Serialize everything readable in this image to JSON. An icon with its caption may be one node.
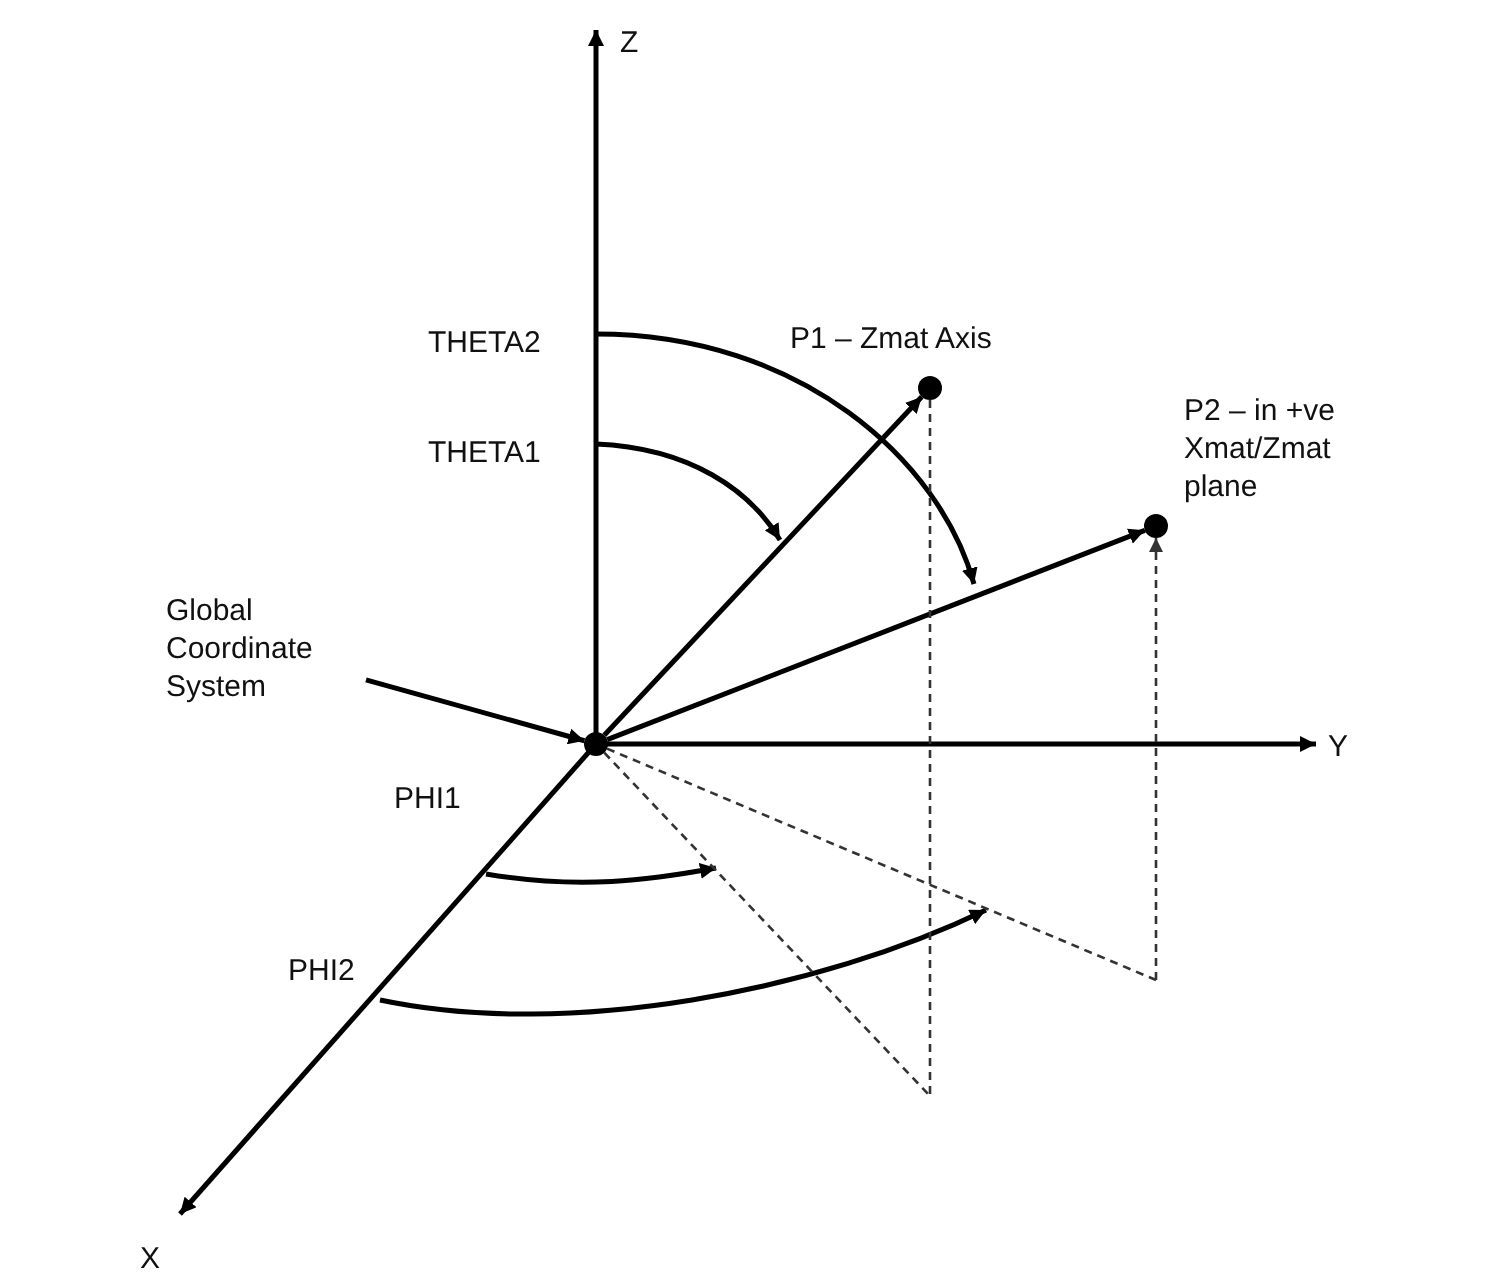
{
  "diagram": {
    "nodes": [
      {
        "text": [
          "Global Coordinate System"
        ]
      },
      {
        "text": [],
        "shape": "circle"
      },
      {
        "text": [],
        "shape": "circle",
        "beside": [
          "P1 – Zmat Axis"
        ]
      },
      {
        "text": [],
        "shape": "circle",
        "beside": [
          "P2 – in +ve Xmat/Zmat plane"
        ]
      }
    ],
    "edges": [
      {
        "from": 0,
        "to": 1,
        "arrow": "to"
      },
      {
        "from": 1,
        "to": 2,
        "arrow": "to"
      },
      {
        "from": 1,
        "to": 3,
        "arrow": "to"
      },
      {
        "from": 2,
        "to": null,
        "arrow": "none",
        "style": "dashed"
      },
      {
        "from": null,
        "to": 3,
        "arrow": "to",
        "style": "dashed"
      },
      {
        "from": 1,
        "to": null,
        "arrow": "none",
        "style": "dashed"
      },
      {
        "from": 1,
        "to": null,
        "arrow": "none",
        "style": "dashed"
      }
    ],
    "labels": [
      "Z",
      "THETA2",
      "THETA1",
      "Y",
      "PHI1",
      "PHI2",
      "X"
    ]
  }
}
